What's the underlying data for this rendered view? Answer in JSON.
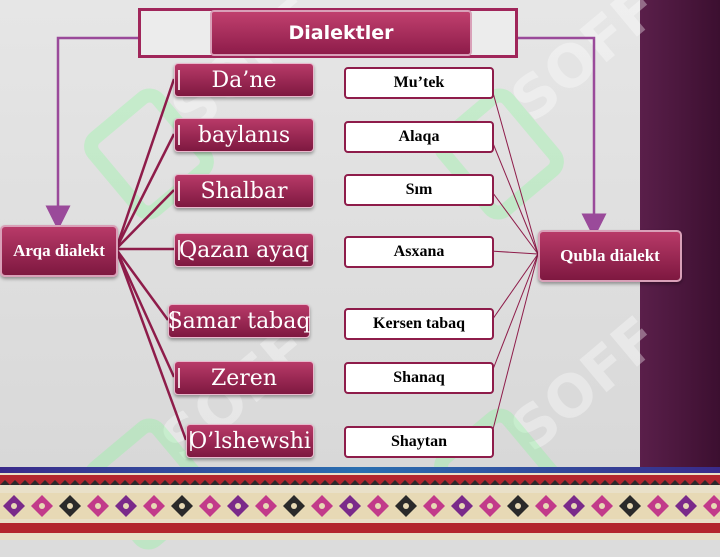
{
  "title": "Dialektler",
  "left_group": {
    "label": "Arqa dialekt",
    "items": [
      "Da’ne",
      "baylanıs",
      "Shalbar",
      "Qazan ayaq",
      "Samar tabaq",
      "Zeren",
      "O’lshewshi"
    ]
  },
  "right_group": {
    "label": "Qubla dialekt",
    "items": [
      "Mu’tek",
      "Alaqa",
      "Sım",
      "Asxana",
      "Kersen tabaq",
      "Shanaq",
      "Shaytan"
    ]
  },
  "watermark": "SOFF",
  "colors": {
    "box_fill": "#9e2a55",
    "box_border": "#8e1c4a",
    "connector": "#8e1c4a",
    "arrow": "#9a4a9a",
    "right_band": "#4a1a3c"
  }
}
